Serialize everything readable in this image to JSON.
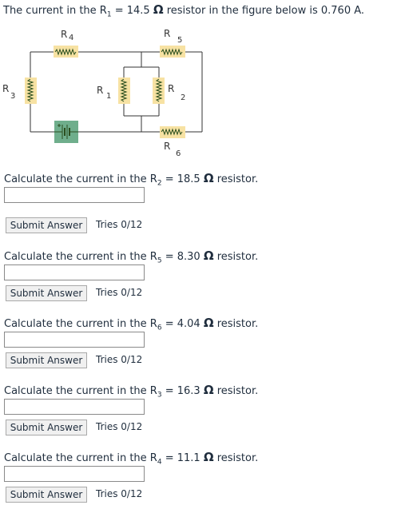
{
  "intro": {
    "prefix": "The current in the R",
    "subscript": "1",
    "middle": " = 14.5 ",
    "ohm": "Ω",
    "suffix": " resistor in the figure below is 0.760 A."
  },
  "circuit": {
    "labels": {
      "r4_main": "R",
      "r4_sub": "4",
      "r5_main": "R",
      "r5_sub": "5",
      "r3_main": "R",
      "r3_sub": "3",
      "r1_main": "R",
      "r1_sub": "1",
      "r2_main": "R",
      "r2_sub": "2",
      "r6_main": "R",
      "r6_sub": "6",
      "resistor_glyph": "www"
    },
    "colors": {
      "wire": "#333333",
      "resistor_bg": "#f7e2a3",
      "resistor_stroke": "#2b4f1f",
      "battery_bg": "#6fae8c"
    }
  },
  "questions": [
    {
      "prefix": "Calculate the current in the R",
      "sub": "2",
      "middle": " = 18.5 ",
      "ohm": "Ω",
      "suffix": " resistor.",
      "input_value": "",
      "button_label": "Submit Answer",
      "tries": "Tries 0/12"
    },
    {
      "prefix": "Calculate the current in the R",
      "sub": "5",
      "middle": " = 8.30 ",
      "ohm": "Ω",
      "suffix": " resistor.",
      "input_value": "",
      "button_label": "Submit Answer",
      "tries": "Tries 0/12"
    },
    {
      "prefix": "Calculate the current in the R",
      "sub": "6",
      "middle": " = 4.04 ",
      "ohm": "Ω",
      "suffix": " resistor.",
      "input_value": "",
      "button_label": "Submit Answer",
      "tries": "Tries 0/12"
    },
    {
      "prefix": "Calculate the current in the R",
      "sub": "3",
      "middle": " = 16.3 ",
      "ohm": "Ω",
      "suffix": " resistor.",
      "input_value": "",
      "button_label": "Submit Answer",
      "tries": "Tries 0/12"
    },
    {
      "prefix": "Calculate the current in the R",
      "sub": "4",
      "middle": " = 11.1 ",
      "ohm": "Ω",
      "suffix": " resistor.",
      "input_value": "",
      "button_label": "Submit Answer",
      "tries": "Tries 0/12"
    }
  ]
}
